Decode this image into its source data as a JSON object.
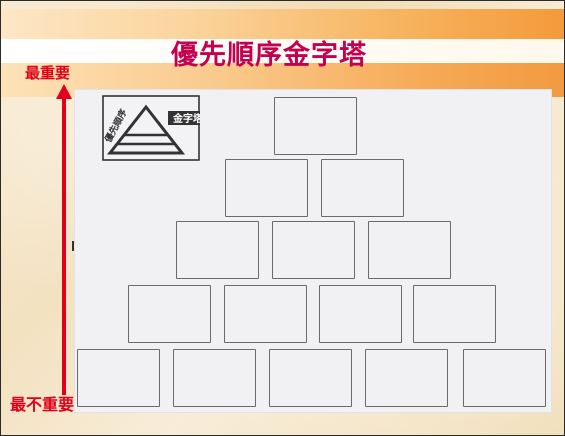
{
  "slide": {
    "title": "優先順序金字塔",
    "label_top": "最重要",
    "label_bottom": "最不重要",
    "accent_color": "#c4004f",
    "label_color": "#e0001a",
    "arrow_color": "#e0001a"
  },
  "worksheet": {
    "logo_side_text": "優先順序",
    "logo_tag": "金字塔",
    "pyramid_rows": [
      1,
      2,
      3,
      4,
      5
    ]
  },
  "icons": {
    "logo": "pyramid-logo-icon",
    "arrow": "arrow-up-icon"
  }
}
